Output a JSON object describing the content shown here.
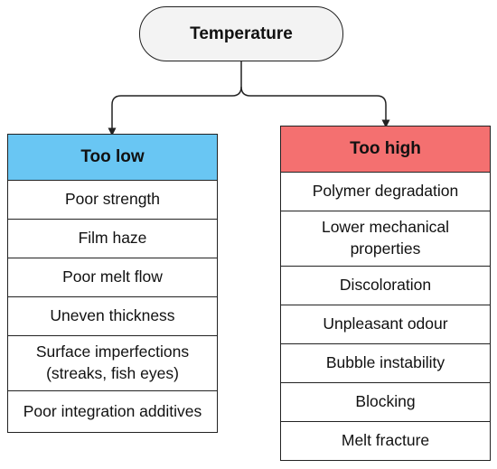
{
  "root": {
    "label": "Temperature"
  },
  "too_low": {
    "header": "Too low",
    "header_color": "#69c6f3",
    "items": [
      "Poor strength",
      "Film haze",
      "Poor melt flow",
      "Uneven thickness",
      "Surface imperfections\n(streaks, fish eyes)",
      "Poor integration additives"
    ]
  },
  "too_high": {
    "header": "Too high",
    "header_color": "#f47070",
    "items": [
      "Polymer degradation",
      "Lower mechanical\nproperties",
      "Discoloration",
      "Unpleasant odour",
      "Bubble instability",
      "Blocking",
      "Melt fracture"
    ]
  }
}
